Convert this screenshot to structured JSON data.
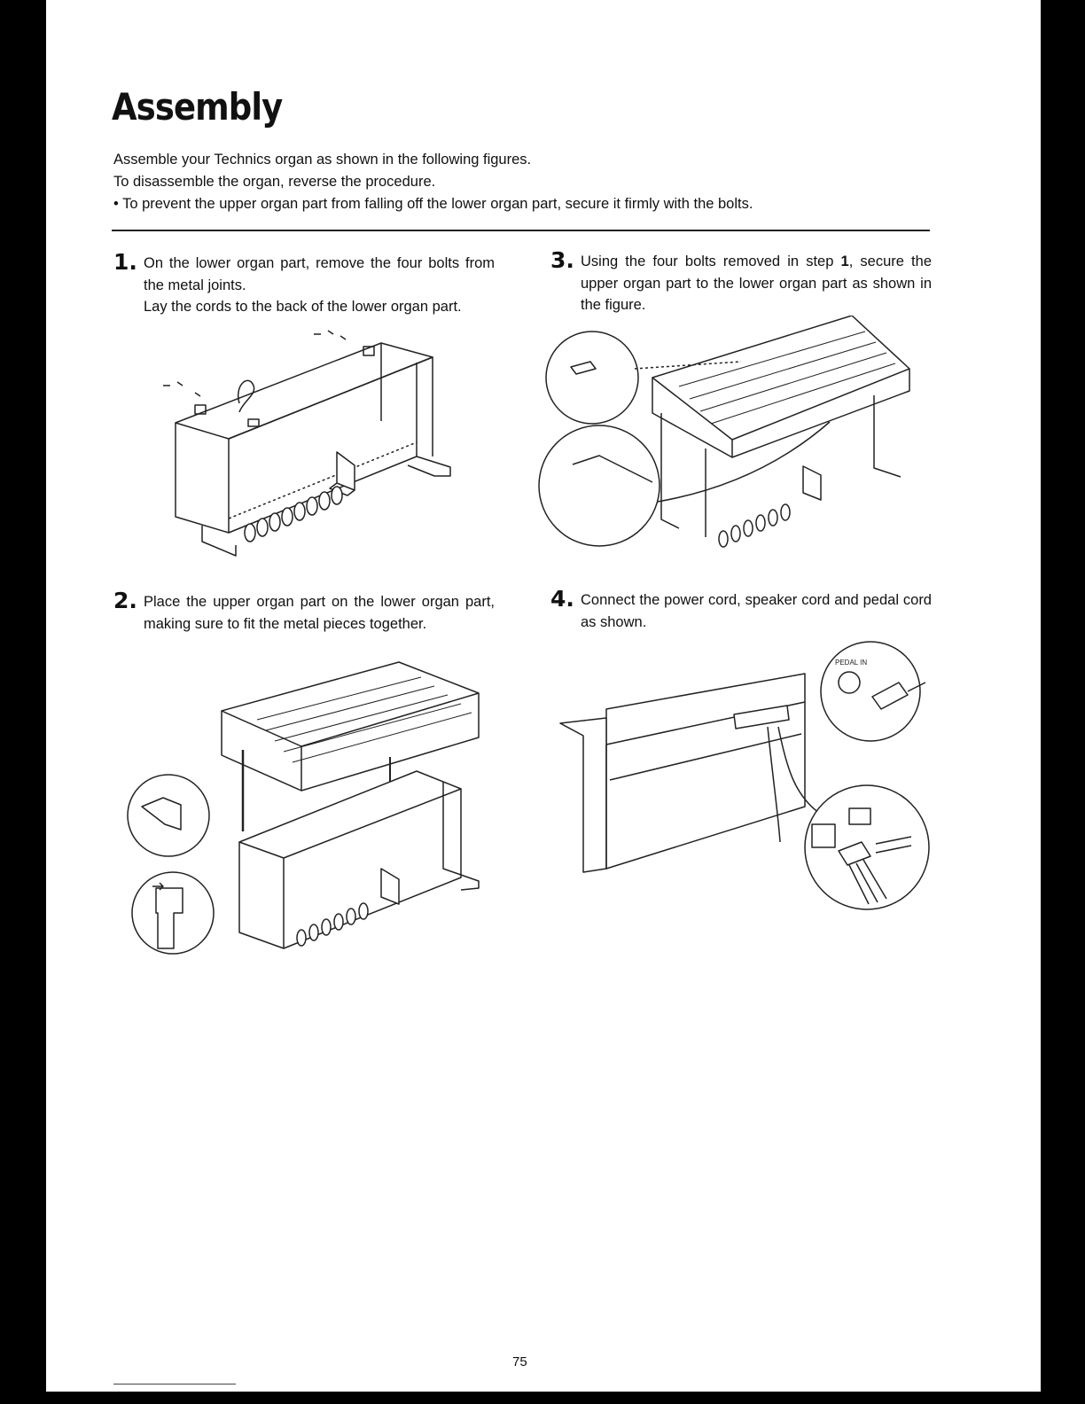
{
  "page": {
    "title": "Assembly",
    "intro": [
      "Assemble your Technics organ as shown in the following figures.",
      "To disassemble the organ, reverse the procedure.",
      "•  To prevent the upper organ part from falling off the lower organ part, secure it firmly with the bolts."
    ],
    "page_number": "75"
  },
  "steps": [
    {
      "number": "1.",
      "lines": [
        "On the lower organ part, remove the four bolts from the metal joints.",
        "Lay the cords to the back of the lower organ part."
      ]
    },
    {
      "number": "2.",
      "lines": [
        "Place the upper organ part on the lower organ part, making sure to fit the metal pieces together."
      ]
    },
    {
      "number": "3.",
      "text_before": "Using the four bolts removed in step ",
      "text_bold": "1",
      "text_after": ", secure the upper organ part to the lower organ part as shown in the figure."
    },
    {
      "number": "4.",
      "lines": [
        "Connect the power cord, speaker cord and pedal cord as shown."
      ]
    }
  ],
  "figures": {
    "jack_label": "PEDAL IN"
  }
}
